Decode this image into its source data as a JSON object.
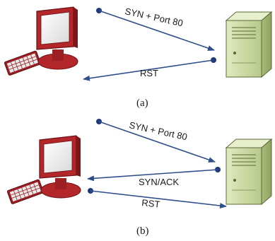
{
  "panels": [
    {
      "caption": "(a)",
      "messages": [
        {
          "label": "SYN + Port 80",
          "direction": "client-to-server"
        },
        {
          "label": "RST",
          "direction": "server-to-client"
        }
      ]
    },
    {
      "caption": "(b)",
      "messages": [
        {
          "label": "SYN + Port 80",
          "direction": "client-to-server"
        },
        {
          "label": "SYN/ACK",
          "direction": "server-to-client"
        },
        {
          "label": "RST",
          "direction": "client-to-server"
        }
      ]
    }
  ],
  "icons": {
    "client": "desktop-computer-icon",
    "server": "server-tower-icon"
  },
  "colors": {
    "arrow": "#2f4f8a",
    "monitor": "#b3262a",
    "server": "#c9d8a0"
  }
}
